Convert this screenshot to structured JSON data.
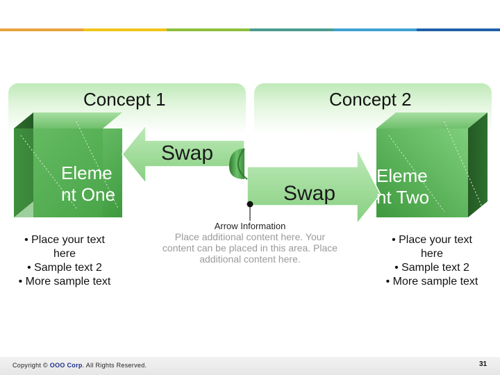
{
  "top_bar_colors": [
    "#e8a33d",
    "#f0c419",
    "#8dbf3c",
    "#4a9b8f",
    "#3fa0d0",
    "#1f5fa8"
  ],
  "concepts": [
    {
      "title": "Concept 1"
    },
    {
      "title": "Concept 2"
    }
  ],
  "elements": [
    {
      "label_line1": "Eleme",
      "label_line2": "nt One"
    },
    {
      "label_line1": "Eleme",
      "label_line2": "nt Two"
    }
  ],
  "swap": {
    "top_label": "Swap",
    "bottom_label": "Swap"
  },
  "arrow_info": {
    "title": "Arrow Information",
    "body": "Place additional content here. Your content can be placed in this area. Place additional content here."
  },
  "bullets_left": [
    "• Place your text here",
    "• Sample text 2",
    "• More sample text"
  ],
  "bullets_right": [
    "• Place your text here",
    "• Sample text 2",
    "• More sample text"
  ],
  "footer": {
    "copyright_prefix": "Copyright ©",
    "brand": "OOO Corp",
    "copyright_suffix": ". All Rights Reserved.",
    "page_number": "31"
  },
  "colors": {
    "accent_green": "#8fd48a",
    "cube_dark": "#2f7a2f",
    "cube_light": "#6cc26a"
  }
}
